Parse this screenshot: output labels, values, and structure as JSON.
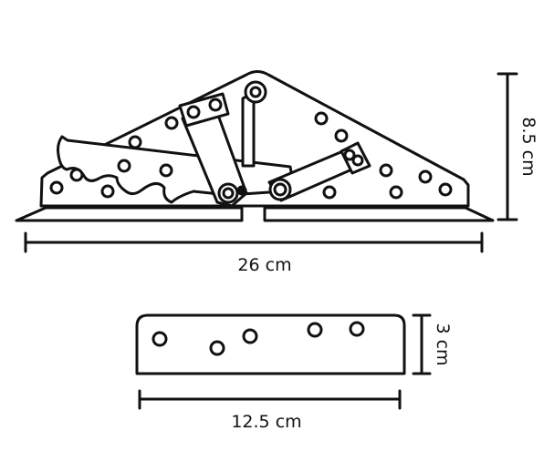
{
  "dimensions": {
    "main_height": "8.5 cm",
    "main_width": "26 cm",
    "plate_height": "3 cm",
    "plate_width": "12.5 cm"
  },
  "colors": {
    "stroke": "#111111",
    "fill": "#ffffff"
  }
}
